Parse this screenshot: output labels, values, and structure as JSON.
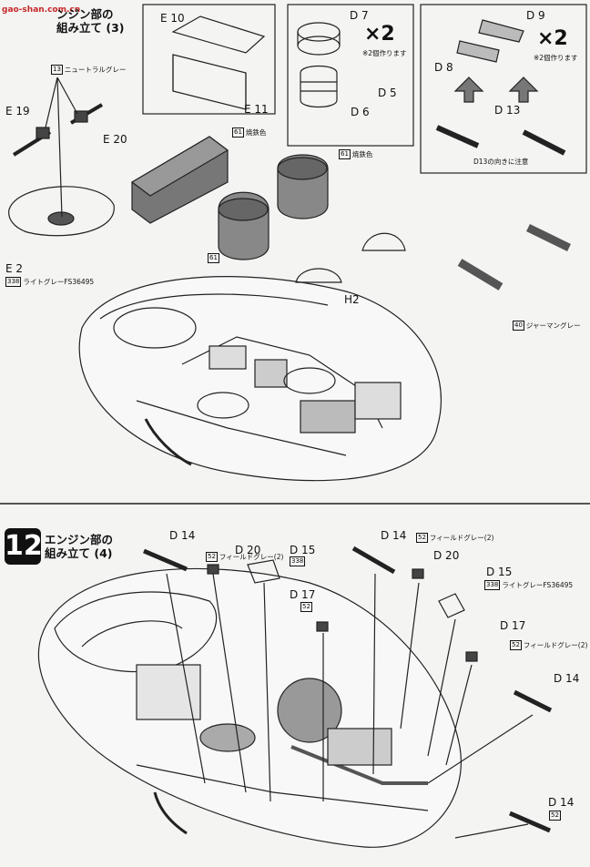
{
  "watermark": "gao-shan.com.cn",
  "step11": {
    "title": "ンジン部の\n組み立て (3)"
  },
  "step12": {
    "number": "12",
    "title": "エンジン部の\n組み立て (4)"
  },
  "paint": {
    "neutral_gray": "ニュートラルグレー",
    "gunmetal": "焼鉄色",
    "light_gray": "ライトグレーFS36495",
    "german_gray": "ジャーマングレー",
    "field_gray": "フィールドグレー(2)"
  },
  "paint_codes": {
    "c13": "13",
    "c61": "61",
    "c338": "338",
    "c40": "40",
    "c52": "52"
  },
  "labels": {
    "e10": "E 10",
    "e11": "E 11",
    "e19": "E 19",
    "e20": "E 20",
    "e2": "E 2",
    "d7": "D 7",
    "d5": "D 5",
    "d6": "D 6",
    "d9": "D 9",
    "d8": "D 8",
    "d13": "D 13",
    "h2": "H2",
    "d14": "D 14",
    "d20": "D 20",
    "d15": "D 15",
    "d17": "D 17"
  },
  "x2": "×2",
  "make_two": "※2個作ります",
  "d13_note": "D13の向きに注意"
}
